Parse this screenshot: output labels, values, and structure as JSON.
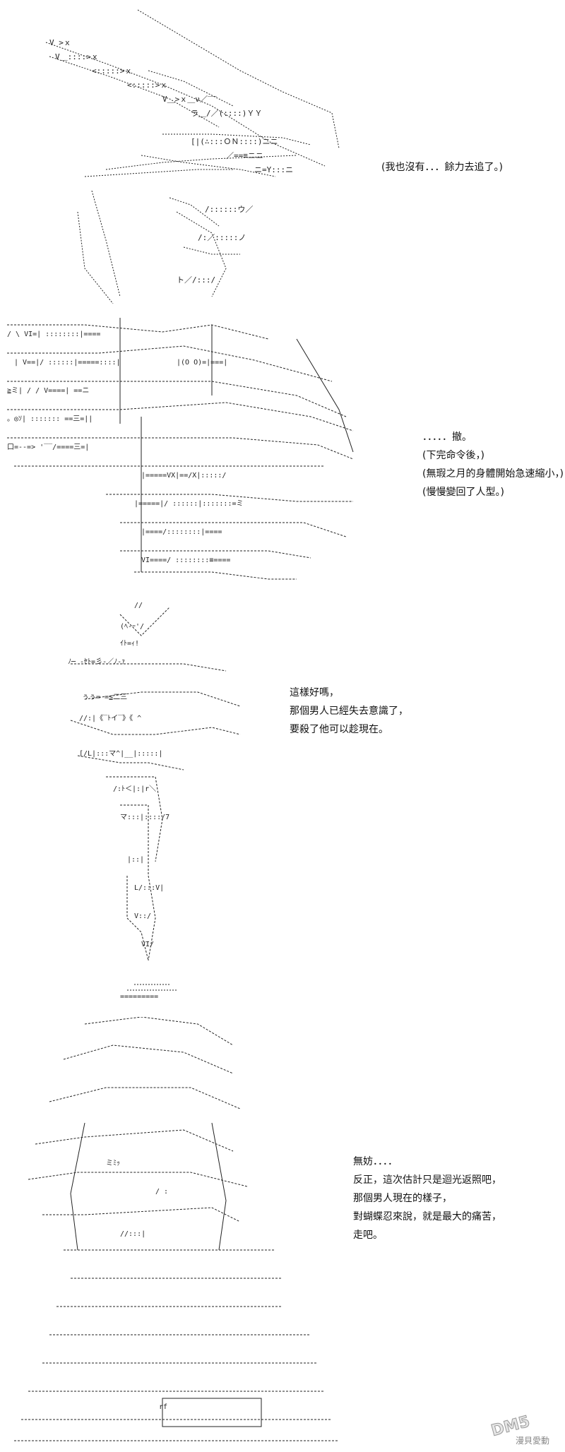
{
  "panels": [
    {
      "lines": [
        "(我也沒有．．．餘力去追了。)"
      ]
    },
    {
      "lines": [
        "．．．．．撤。",
        "(下完命令後，)",
        "(無瑕之月的身體開始急速縮小，)",
        "(慢慢變回了人型。)"
      ]
    },
    {
      "lines": [
        "這樣好嗎，",
        "那個男人已經失去意識了，",
        "要殺了他可以趁現在。"
      ]
    },
    {
      "lines": [
        "無妨．．．．",
        "反正，這次估計只是迴光返照吧，",
        "那個男人現在的樣子，",
        "對蝴蝶忍來說，就是最大的痛苦，",
        "走吧。"
      ]
    }
  ],
  "separator": "=========",
  "watermark": {
    "logo": "DM5",
    "text": "漫貝愛動"
  },
  "colors": {
    "ink": "#111111",
    "background": "#ffffff",
    "watermark": "#8a8a8a"
  }
}
